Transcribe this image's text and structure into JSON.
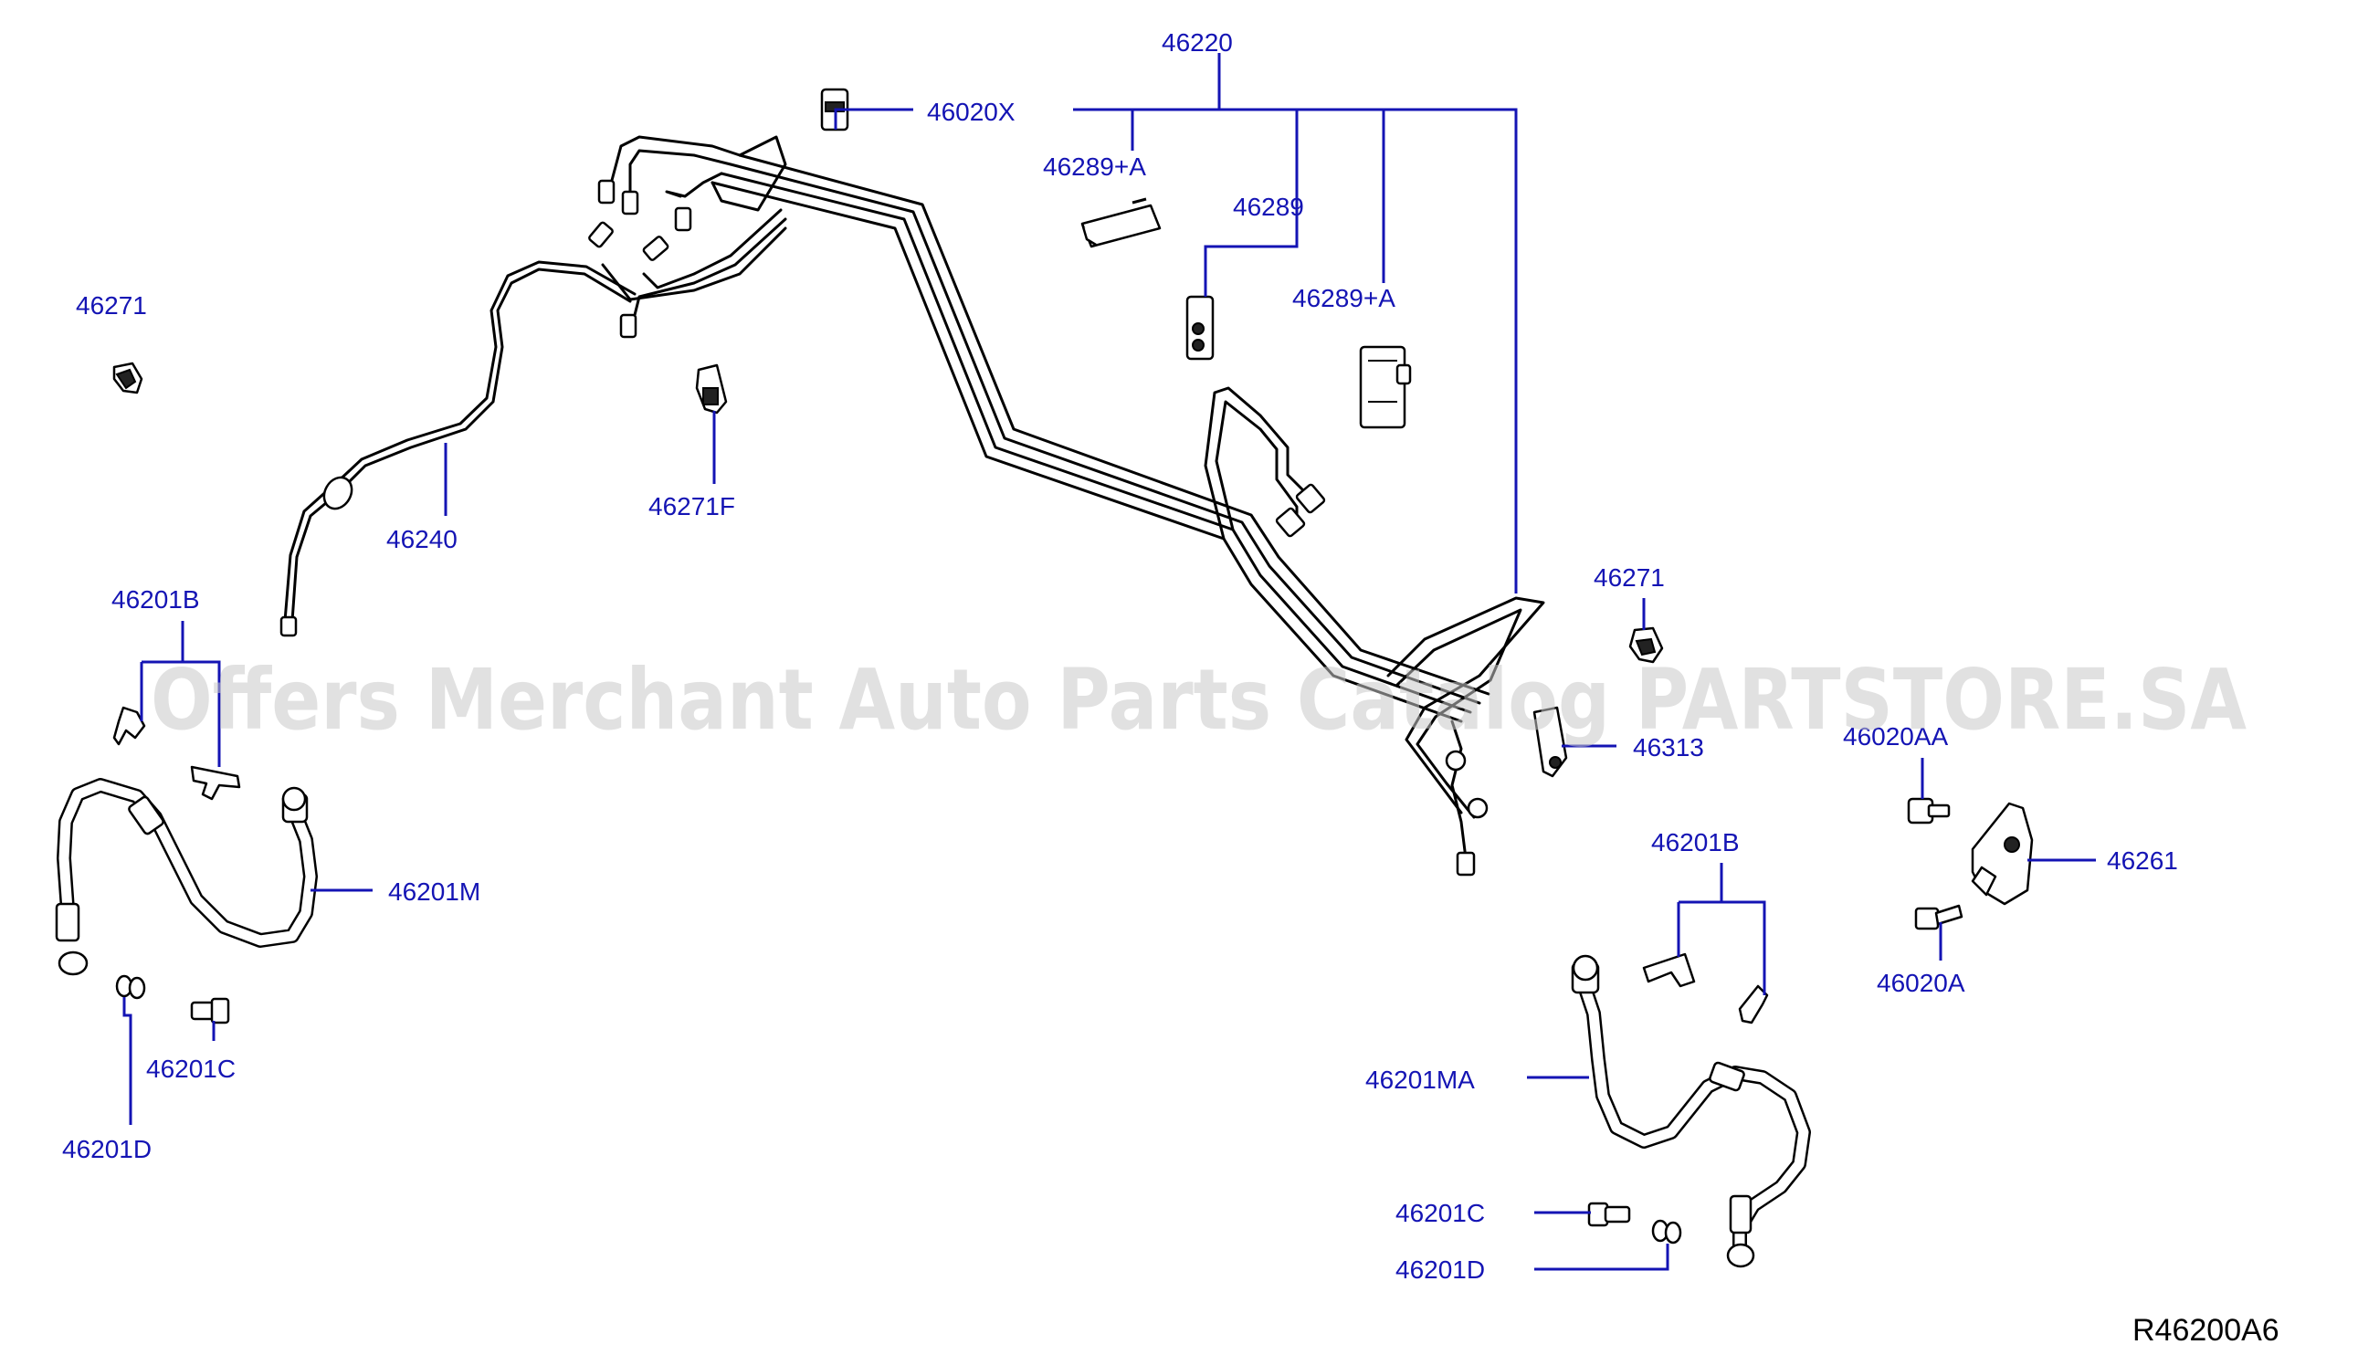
{
  "diagram": {
    "labels": {
      "p46220": "46220",
      "p46020X": "46020X",
      "p46289A_1": "46289+A",
      "p46289": "46289",
      "p46289A_2": "46289+A",
      "p46271_1": "46271",
      "p46271F": "46271F",
      "p46240": "46240",
      "p46201B_1": "46201B",
      "p46201M": "46201M",
      "p46201C_1": "46201C",
      "p46201D_1": "46201D",
      "p46271_2": "46271",
      "p46313": "46313",
      "p46020AA": "46020AA",
      "p46261": "46261",
      "p46020A": "46020A",
      "p46201B_2": "46201B",
      "p46201MA": "46201MA",
      "p46201C_2": "46201C",
      "p46201D_2": "46201D"
    },
    "reference_code": "R46200A6",
    "watermark": "Offers Merchant Auto Parts Catalog PARTSTORE.SA",
    "colors": {
      "label": "#1414b4",
      "line_art": "#000000",
      "watermark": "#c8c8c8",
      "background": "#ffffff"
    }
  }
}
